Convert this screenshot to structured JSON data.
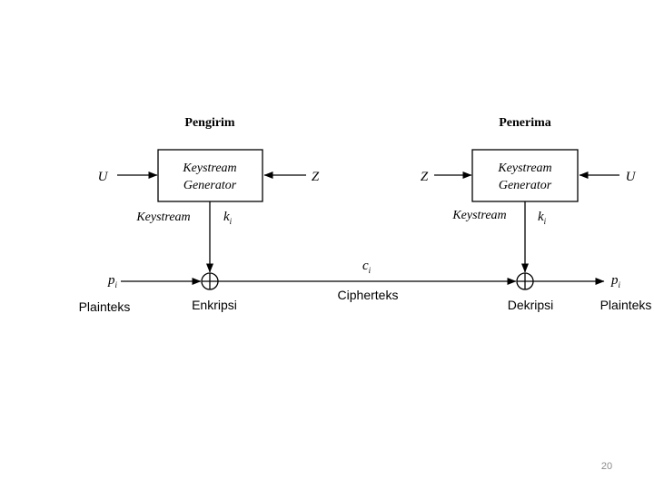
{
  "sender": {
    "title": "Pengirim",
    "generator_line1": "Keystream",
    "generator_line2": "Generator",
    "input_left": "U",
    "input_right": "Z",
    "keystream_label": "Keystream",
    "key_symbol": "k",
    "key_subscript": "i",
    "plain_symbol": "p",
    "plain_subscript": "i",
    "plain_label": "Plainteks",
    "operation_label": "Enkripsi"
  },
  "channel": {
    "cipher_symbol": "c",
    "cipher_subscript": "i",
    "cipher_label": "Cipherteks"
  },
  "receiver": {
    "title": "Penerima",
    "generator_line1": "Keystream",
    "generator_line2": "Generator",
    "input_left": "Z",
    "input_right": "U",
    "keystream_label": "Keystream",
    "key_symbol": "k",
    "key_subscript": "i",
    "plain_symbol": "p",
    "plain_subscript": "i",
    "plain_label": "Plainteks",
    "operation_label": "Dekripsi"
  },
  "slide_number": "20",
  "colors": {
    "ink": "#000000",
    "slide_number": "#8a8a8a",
    "background": "#ffffff"
  }
}
